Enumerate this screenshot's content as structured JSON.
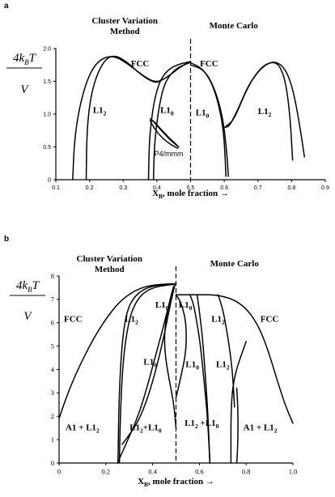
{
  "chart_data": [
    {
      "type": "line",
      "panel_label": "a",
      "title_left": "Cluster Variation Method",
      "title_left_lines": [
        "Cluster Variation",
        "Method"
      ],
      "title_right": "Monte Carlo",
      "ylabel_top": "4k",
      "ylabel_sub": "B",
      "ylabel_T": "T",
      "ylabel_bottom": "V",
      "xlabel_main": "X",
      "xlabel_sub": "B",
      "xlabel_rest": ", mole fraction →",
      "xlim": [
        0.1,
        0.9
      ],
      "ylim": [
        0,
        2.0
      ],
      "x_ticks": [
        "0.1",
        "0.2",
        "0.3",
        "0.4",
        "0.5",
        "0.6",
        "0.7",
        "0.8",
        "0.9"
      ],
      "y_ticks": [
        "0",
        "0.5",
        "1.0",
        "1.5",
        "2.0"
      ],
      "divider_x": 0.5,
      "region_labels": [
        {
          "text": "FCC",
          "x": 0.35,
          "y": 1.73
        },
        {
          "text": "L1",
          "sub": "2",
          "x": 0.23,
          "y": 1.02
        },
        {
          "text": "L1",
          "sub": "0",
          "x": 0.43,
          "y": 1.02
        },
        {
          "text": "P4/mmm",
          "x": 0.435,
          "y": 0.36
        },
        {
          "text": "FCC",
          "x": 0.555,
          "y": 1.73
        },
        {
          "text": "L1",
          "sub": "0",
          "x": 0.535,
          "y": 0.98
        },
        {
          "text": "L1",
          "sub": "2",
          "x": 0.72,
          "y": 1.0
        }
      ],
      "series": [
        {
          "x": [
            0.15,
            0.155,
            0.17,
            0.19,
            0.21,
            0.23,
            0.255,
            0.28,
            0.31,
            0.34,
            0.37,
            0.39,
            0.41,
            0.44,
            0.47,
            0.49,
            0.5
          ],
          "y": [
            0,
            0.6,
            1.1,
            1.48,
            1.7,
            1.82,
            1.88,
            1.87,
            1.78,
            1.66,
            1.55,
            1.5,
            1.5,
            1.6,
            1.72,
            1.78,
            1.8
          ]
        },
        {
          "x": [
            0.19,
            0.192,
            0.2,
            0.215,
            0.235,
            0.255,
            0.28,
            0.31,
            0.34,
            0.37,
            0.395,
            0.41
          ],
          "y": [
            0,
            0.7,
            1.15,
            1.5,
            1.74,
            1.87,
            1.89,
            1.8,
            1.66,
            1.54,
            1.48,
            1.5
          ]
        },
        {
          "x": [
            0.375,
            0.377,
            0.382,
            0.392,
            0.405,
            0.42,
            0.44,
            0.46,
            0.48,
            0.5
          ],
          "y": [
            0,
            0.5,
            0.85,
            1.2,
            1.45,
            1.6,
            1.7,
            1.75,
            1.78,
            1.8
          ]
        },
        {
          "x": [
            0.39,
            0.392,
            0.398,
            0.408,
            0.42,
            0.436,
            0.455,
            0.47,
            0.49,
            0.5
          ],
          "y": [
            0,
            0.45,
            0.8,
            1.15,
            1.42,
            1.58,
            1.68,
            1.73,
            1.77,
            1.79
          ]
        },
        {
          "x": [
            0.38,
            0.395,
            0.41,
            0.425,
            0.44,
            0.455,
            0.465
          ],
          "y": [
            0.93,
            0.87,
            0.78,
            0.7,
            0.62,
            0.55,
            0.5
          ]
        },
        {
          "x": [
            0.38,
            0.39,
            0.405,
            0.42,
            0.435,
            0.45,
            0.462
          ],
          "y": [
            0.9,
            0.8,
            0.7,
            0.62,
            0.56,
            0.51,
            0.48
          ]
        },
        {
          "x": [
            0.385,
            0.4,
            0.415,
            0.43,
            0.445,
            0.46
          ],
          "y": [
            0.91,
            0.83,
            0.74,
            0.66,
            0.58,
            0.52
          ]
        },
        {
          "x": [
            0.5,
            0.52,
            0.54,
            0.56,
            0.575,
            0.585,
            0.593,
            0.6,
            0.603,
            0.605
          ],
          "y": [
            1.78,
            1.74,
            1.66,
            1.5,
            1.3,
            1.1,
            0.9,
            0.6,
            0.3,
            0.05
          ]
        },
        {
          "x": [
            0.5,
            0.53,
            0.55,
            0.565,
            0.58,
            0.59,
            0.598,
            0.605,
            0.61,
            0.612
          ],
          "y": [
            1.75,
            1.7,
            1.6,
            1.45,
            1.25,
            1.05,
            0.85,
            0.55,
            0.25,
            0.05
          ]
        },
        {
          "x": [
            0.6,
            0.605,
            0.615,
            0.63,
            0.65,
            0.67,
            0.7,
            0.73,
            0.755,
            0.78,
            0.8,
            0.815,
            0.828,
            0.838
          ],
          "y": [
            0.8,
            0.8,
            0.82,
            0.96,
            1.18,
            1.42,
            1.65,
            1.78,
            1.8,
            1.7,
            1.45,
            1.1,
            0.7,
            0.35
          ]
        },
        {
          "x": [
            0.605,
            0.612,
            0.625,
            0.64,
            0.66,
            0.685,
            0.715,
            0.745,
            0.765,
            0.782,
            0.795,
            0.803
          ],
          "y": [
            0.82,
            0.84,
            0.9,
            1.05,
            1.3,
            1.55,
            1.74,
            1.8,
            1.74,
            1.5,
            1.0,
            0.3
          ]
        }
      ]
    },
    {
      "type": "line",
      "panel_label": "b",
      "title_left": "Cluster Variation Method",
      "title_left_lines": [
        "Cluster Variation",
        "Method"
      ],
      "title_right": "Monte Carlo",
      "ylabel_top": "4k",
      "ylabel_sub": "B",
      "ylabel_T": "T",
      "ylabel_bottom": "V",
      "xlabel_main": "X",
      "xlabel_sub": "B",
      "xlabel_rest": ", mole fraction →",
      "xlim": [
        0,
        1.0
      ],
      "ylim": [
        0,
        8
      ],
      "x_ticks": [
        "0",
        "0.2",
        "0.4",
        "0.6",
        "0.8",
        "1.0"
      ],
      "y_ticks": [
        "0",
        "1",
        "2",
        "3",
        "4",
        "5",
        "6",
        "7",
        "8"
      ],
      "divider_x": 0.5,
      "region_labels": [
        {
          "text": "FCC",
          "x": 0.06,
          "y": 6.05
        },
        {
          "text": "L1",
          "sub": "2",
          "x": 0.31,
          "y": 6.05
        },
        {
          "text": "L1",
          "sub": "0",
          "x": 0.44,
          "y": 6.65
        },
        {
          "text": "L1",
          "sub": "0",
          "x": 0.39,
          "y": 4.2
        },
        {
          "text": "A1 + L1",
          "sub": "2",
          "x": 0.1,
          "y": 1.4
        },
        {
          "text": "L1",
          "sub": "2",
          "sub2": "+L1",
          "sub2sub": "0",
          "x": 0.37,
          "y": 1.4
        },
        {
          "text": "L1",
          "sub": "0",
          "x": 0.54,
          "y": 6.65
        },
        {
          "text": "L1",
          "sub": "0",
          "x": 0.57,
          "y": 4.1
        },
        {
          "text": "L1",
          "sub": "2",
          "x": 0.68,
          "y": 6.05
        },
        {
          "text": "L1",
          "sub": "2",
          "x": 0.7,
          "y": 4.1
        },
        {
          "text": "L1",
          "sub": "2",
          "sub2": " +L1",
          "sub2sub": "0",
          "x": 0.61,
          "y": 1.6
        },
        {
          "text": "A1 + L1",
          "sub": "2",
          "x": 0.86,
          "y": 1.4
        },
        {
          "text": "FCC",
          "x": 0.9,
          "y": 6.05
        }
      ],
      "series": [
        {
          "x": [
            0,
            0.02,
            0.05,
            0.09,
            0.13,
            0.17,
            0.21,
            0.25,
            0.29,
            0.33,
            0.37,
            0.41,
            0.45,
            0.49,
            0.5
          ],
          "y": [
            1.9,
            2.5,
            3.3,
            4.2,
            5.0,
            5.7,
            6.3,
            6.8,
            7.15,
            7.4,
            7.55,
            7.62,
            7.65,
            7.67,
            7.67
          ]
        },
        {
          "x": [
            0.252,
            0.255,
            0.262,
            0.272,
            0.29,
            0.32,
            0.36,
            0.4,
            0.44,
            0.48,
            0.5
          ],
          "y": [
            0,
            2.2,
            4.0,
            5.4,
            6.5,
            7.1,
            7.42,
            7.57,
            7.62,
            7.65,
            7.66
          ]
        },
        {
          "x": [
            0.258,
            0.262,
            0.27,
            0.283,
            0.305,
            0.335,
            0.37,
            0.41,
            0.45,
            0.49
          ],
          "y": [
            0,
            2.0,
            3.8,
            5.2,
            6.35,
            7.0,
            7.35,
            7.52,
            7.6,
            7.64
          ]
        },
        {
          "x": [
            0.27,
            0.3,
            0.34,
            0.38,
            0.42,
            0.45,
            0.47,
            0.485,
            0.495
          ],
          "y": [
            0.8,
            1.2,
            1.8,
            2.8,
            4.2,
            5.5,
            6.5,
            7.2,
            7.6
          ]
        },
        {
          "x": [
            0.25,
            0.29,
            0.33,
            0.37,
            0.41,
            0.44,
            0.465,
            0.48,
            0.49
          ],
          "y": [
            0,
            0.9,
            1.8,
            3.0,
            4.5,
            5.6,
            6.6,
            7.2,
            7.55
          ]
        },
        {
          "x": [
            0.49,
            0.47,
            0.455,
            0.45,
            0.455,
            0.47,
            0.49,
            0.5
          ],
          "y": [
            7.55,
            6.8,
            6.0,
            5.3,
            4.5,
            3.6,
            2.6,
            1.5
          ]
        },
        {
          "x": [
            0.5,
            0.53,
            0.57,
            0.61,
            0.65,
            0.69,
            0.73,
            0.77,
            0.81,
            0.85,
            0.88,
            0.91,
            0.94,
            0.97,
            1.0
          ],
          "y": [
            7.2,
            7.2,
            7.2,
            7.2,
            7.2,
            7.15,
            7.05,
            6.85,
            6.5,
            5.9,
            5.2,
            4.3,
            3.3,
            2.4,
            1.7
          ]
        },
        {
          "x": [
            0.5,
            0.52,
            0.54,
            0.545,
            0.54,
            0.525,
            0.51,
            0.5
          ],
          "y": [
            7.2,
            6.9,
            6.2,
            5.4,
            4.6,
            3.9,
            3.2,
            2.8
          ]
        },
        {
          "x": [
            0.56,
            0.575,
            0.59,
            0.605,
            0.615,
            0.625,
            0.635,
            0.645
          ],
          "y": [
            7.2,
            6.8,
            6.0,
            5.0,
            4.0,
            3.0,
            1.9,
            0.0
          ]
        },
        {
          "x": [
            0.59,
            0.6,
            0.612,
            0.62,
            0.628,
            0.636,
            0.645
          ],
          "y": [
            7.2,
            6.5,
            5.5,
            4.5,
            3.4,
            2.2,
            0.0
          ]
        },
        {
          "x": [
            0.68,
            0.7,
            0.72,
            0.735,
            0.745,
            0.75
          ],
          "y": [
            7.2,
            6.6,
            5.5,
            4.5,
            3.4,
            2.4
          ]
        },
        {
          "x": [
            0.76,
            0.765,
            0.765,
            0.76
          ],
          "y": [
            3.2,
            2.2,
            1.0,
            0.0
          ]
        },
        {
          "x": [
            0.8,
            0.75,
            0.735,
            0.735
          ],
          "y": [
            5.2,
            3.8,
            2.5,
            0.0
          ]
        }
      ]
    }
  ]
}
